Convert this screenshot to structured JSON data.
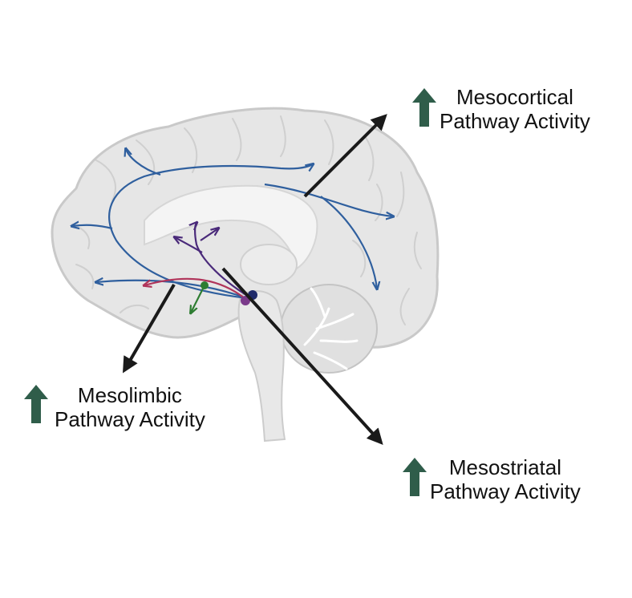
{
  "labels": {
    "mesocortical": {
      "line1": "Mesocortical",
      "line2": "Pathway Activity"
    },
    "mesolimbic": {
      "line1": "Mesolimbic",
      "line2": "Pathway Activity"
    },
    "mesostriatal": {
      "line1": "Mesostriatal",
      "line2": "Pathway Activity"
    }
  },
  "indicator": {
    "direction": "up",
    "meaning": "increased",
    "color": "#2f5d4a"
  },
  "colors": {
    "brain_fill": "#e6e6e6",
    "brain_outline": "#c9c9c9",
    "mesocortical_pathway": "#2f5f9e",
    "mesolimbic_pathway": "#b0345a",
    "nigrostriatal_pathway": "#4a2a7a",
    "green_projection": "#2e7d32",
    "callout_arrow": "#1a1a1a"
  }
}
